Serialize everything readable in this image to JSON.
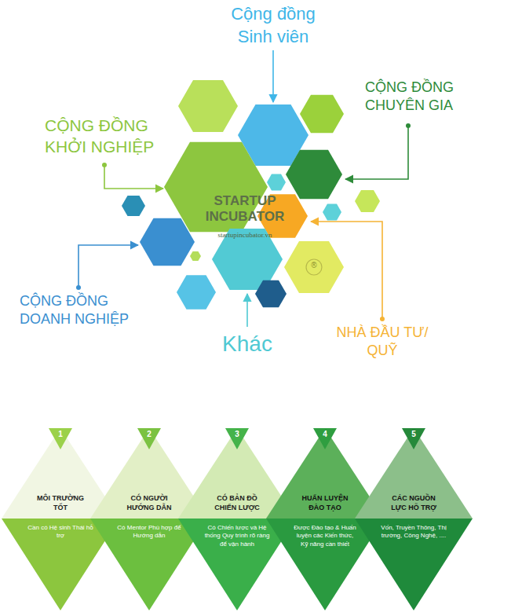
{
  "diagram": {
    "nodes": [
      {
        "text": [
          "1",
          "MÔI TRƯỜNG TỐT",
          "Cần có Hệ sinh Thái hỗ trợ"
        ]
      },
      {
        "text": [
          "2",
          "CÓ NGƯỜI HƯỚNG DẪN",
          "Có Mentor Phù hợp để Hướng dẫn"
        ]
      },
      {
        "text": [
          "3",
          "CÓ BẢN ĐỒ CHIẾN LƯỢC",
          "Có Chiến lược và Hệ thống Quy trình rõ ràng để vận hành"
        ]
      },
      {
        "text": [
          "4",
          "HUẤN LUYỆN ĐÀO TẠO",
          "Được Đào tạo & Huấn luyện các Kiến thức, Kỹ năng cần thiết"
        ]
      },
      {
        "text": [
          "5",
          "CÁC NGUỒN LỰC HỖ TRỢ",
          "Vốn, Truyền Thông, Thị trường, Công Nghệ, ...."
        ]
      }
    ],
    "labels": [
      "Cộng đồng Sinh viên",
      "CỘNG ĐỒNG CHUYÊN GIA",
      "CỘNG ĐỒNG KHỞI NGHIỆP",
      "STARTUP INCUBATOR",
      "startupincubator.vn",
      "®",
      "CỘNG ĐỒNG DOANH NGHIỆP",
      "Khác",
      "NHÀ ĐẦU TƯ/ QUỸ"
    ]
  }
}
